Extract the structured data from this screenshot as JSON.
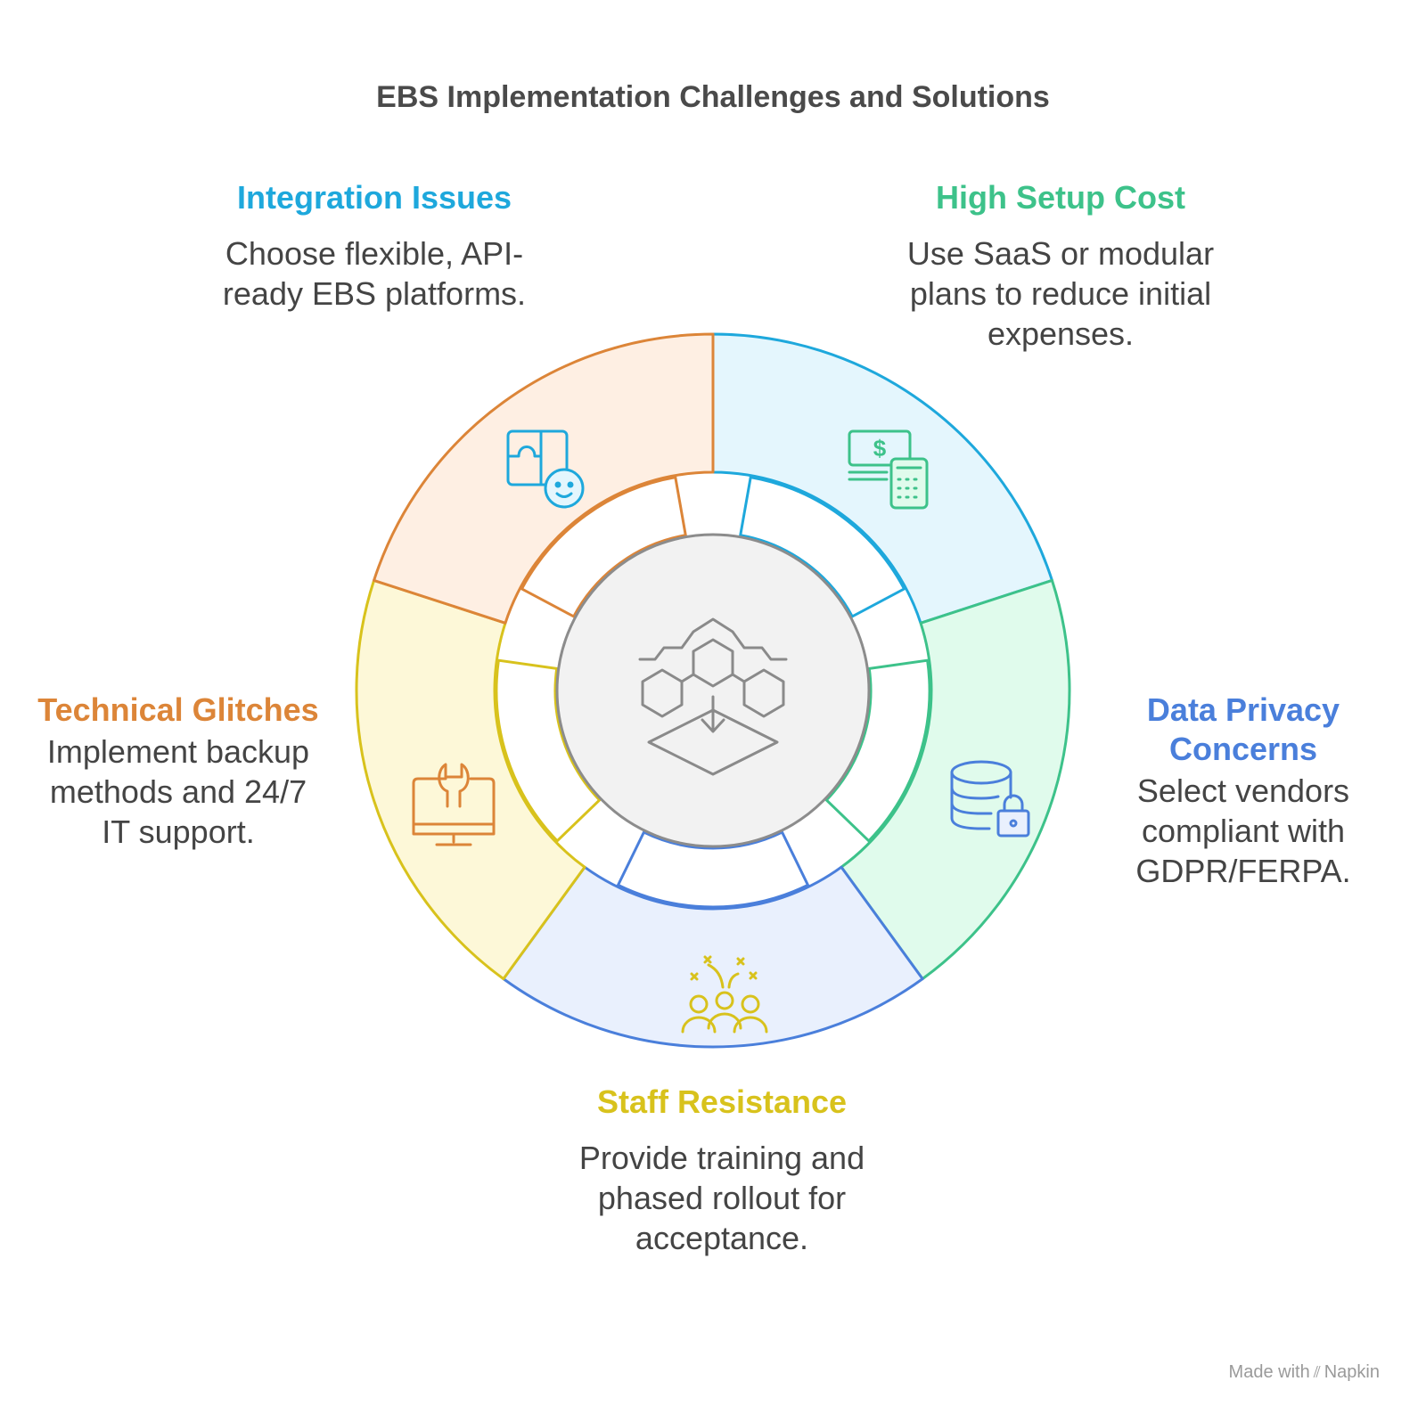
{
  "title": "EBS Implementation Challenges and Solutions",
  "segments": [
    {
      "id": "integration",
      "title": "Integration Issues",
      "description": "Choose flexible, API-ready EBS platforms.",
      "color": "#1ea8dc",
      "fill": "#e4f6fd",
      "icon": "puzzle-gear-icon"
    },
    {
      "id": "cost",
      "title": "High Setup Cost",
      "description": "Use SaaS or modular plans to reduce initial expenses.",
      "color": "#3dc28a",
      "fill": "#e0fbec",
      "icon": "money-calculator-icon"
    },
    {
      "id": "privacy",
      "title": "Data Privacy Concerns",
      "description": "Select vendors compliant with GDPR/FERPA.",
      "color": "#4a7fdb",
      "fill": "#e9f0fd",
      "icon": "database-lock-icon"
    },
    {
      "id": "staff",
      "title": "Staff Resistance",
      "description": "Provide training and phased rollout for acceptance.",
      "color": "#d8c21c",
      "fill": "#fdf8d8",
      "icon": "people-celebration-icon"
    },
    {
      "id": "technical",
      "title": "Technical Glitches",
      "description": "Implement backup methods and 24/7 IT support.",
      "color": "#dc8538",
      "fill": "#feefe3",
      "icon": "monitor-wrench-icon"
    }
  ],
  "center": {
    "icon": "hexagon-network-icon",
    "color": "#888888",
    "fill": "#f2f2f2"
  },
  "credit": {
    "prefix": "Made with",
    "brand": "Napkin"
  }
}
